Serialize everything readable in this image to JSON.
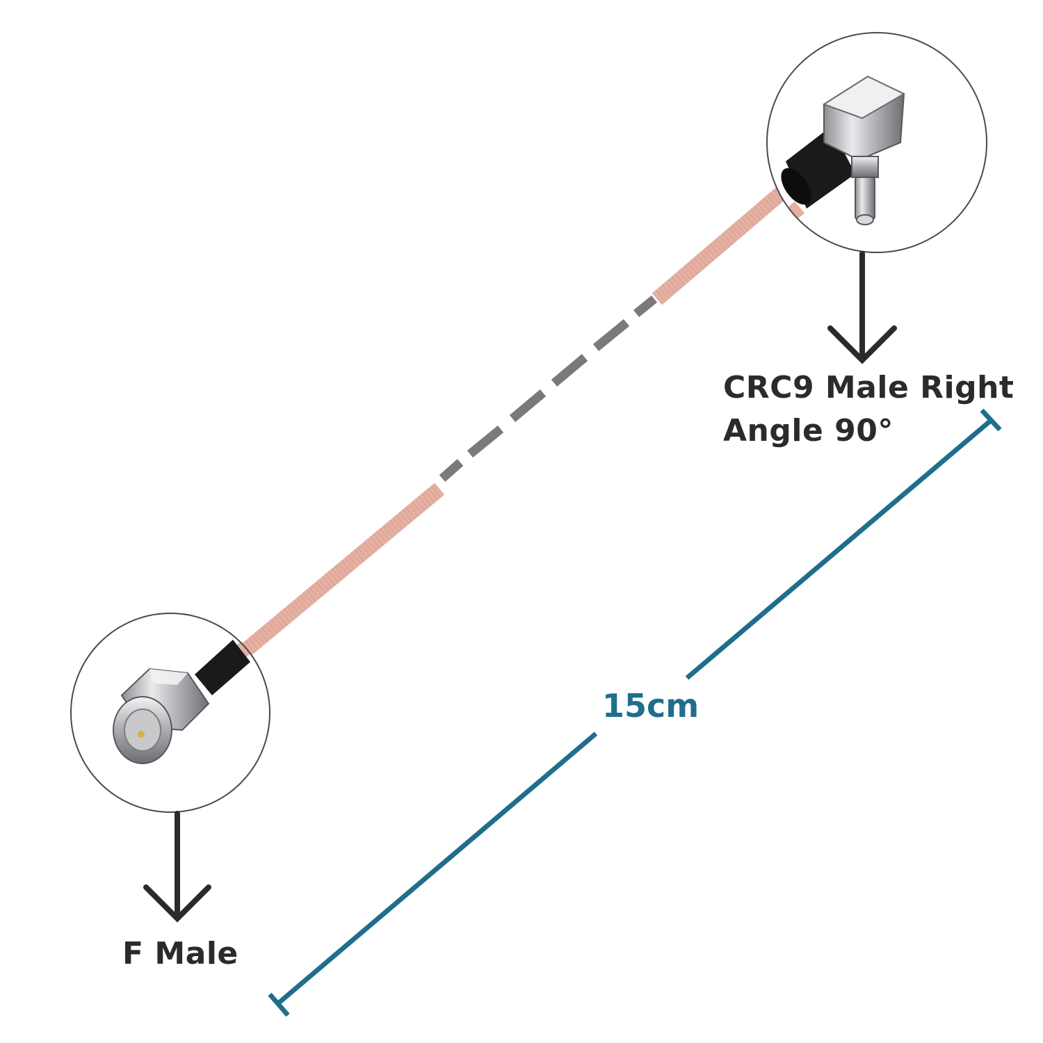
{
  "labels": {
    "crc9_line1": "CRC9 Male Right",
    "crc9_line2": "Angle 90°",
    "f_male": "F Male",
    "length": "15cm"
  },
  "colors": {
    "dimension_line": "#1f6e8c",
    "cable": "#e4b1a2",
    "cable_break_dashes": "#7a7a7a",
    "arrows": "#2b2b2b",
    "callout_circle": "#4a4a4a",
    "label_text": "#2b2b2b"
  },
  "icons": {
    "connector_top": "crc9-right-angle-connector-icon",
    "connector_bottom": "f-male-connector-icon"
  }
}
